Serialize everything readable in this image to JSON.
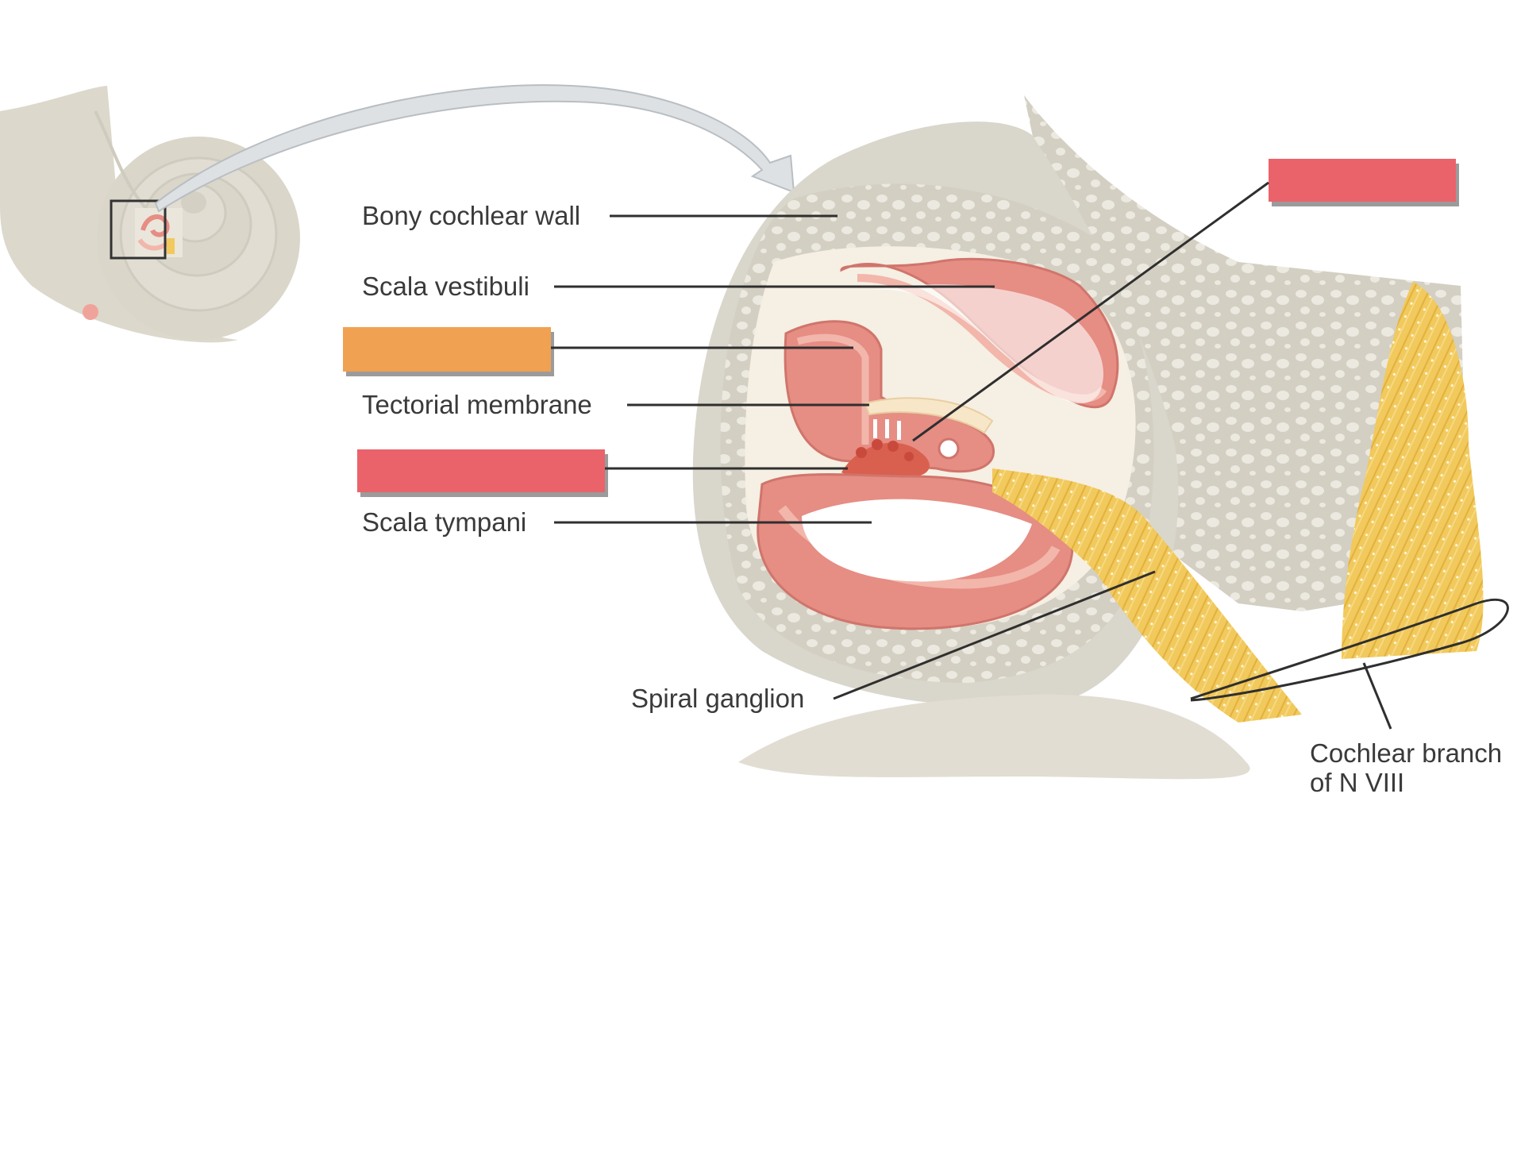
{
  "labels": {
    "bony_cochlear_wall": "Bony cochlear wall",
    "scala_vestibuli": "Scala vestibuli",
    "tectorial_membrane": "Tectorial membrane",
    "scala_tympani": "Scala tympani",
    "spiral_ganglion": "Spiral ganglion",
    "cochlear_branch_line1": "Cochlear branch",
    "cochlear_branch_line2": "of N VIII"
  },
  "blank_boxes": [
    {
      "name": "top-right-blank",
      "color": "#ea636b"
    },
    {
      "name": "middle-left-blank",
      "color": "#f0a152"
    },
    {
      "name": "lower-left-blank",
      "color": "#ea636b"
    }
  ],
  "colors": {
    "bone": "#d9d6cb",
    "bone_dark": "#c9c5b7",
    "duct": "#e68d84",
    "duct_light": "#f2b6ab",
    "nerve": "#f1c95c",
    "arrow": "#dde1e4"
  }
}
